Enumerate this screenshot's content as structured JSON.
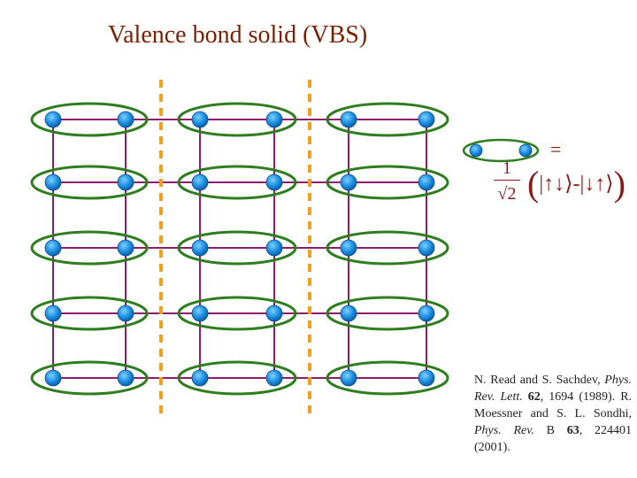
{
  "title": "Valence bond solid (VBS)",
  "colors": {
    "title": "#7a1f00",
    "lattice_bond": "#8e1b6e",
    "singlet_ellipse": "#2e7d1f",
    "spin_site": "#1c8fe0",
    "column_divider": "#f0a020",
    "formula": "#8a1a1a"
  },
  "lattice": {
    "rows": 5,
    "columns": 6,
    "pairs_per_row": 3,
    "column_dividers": 2
  },
  "legend": {
    "equals": "=",
    "fraction_numerator": "1",
    "fraction_denominator": "√2",
    "state_up_down": "|↑↓⟩",
    "minus": "-",
    "state_down_up": "|↓↑⟩"
  },
  "citation": {
    "ref1_authors": "N. Read and S. Sachdev,",
    "ref1_journal": "Phys. Rev. Lett.",
    "ref1_volume": "62",
    "ref1_rest": ", 1694 (1989).",
    "ref2_authors": "R. Moessner and S. L. Sondhi,",
    "ref2_journal": "Phys. Rev.",
    "ref2_series": " B ",
    "ref2_volume": "63",
    "ref2_rest": ", 224401 (2001)."
  }
}
